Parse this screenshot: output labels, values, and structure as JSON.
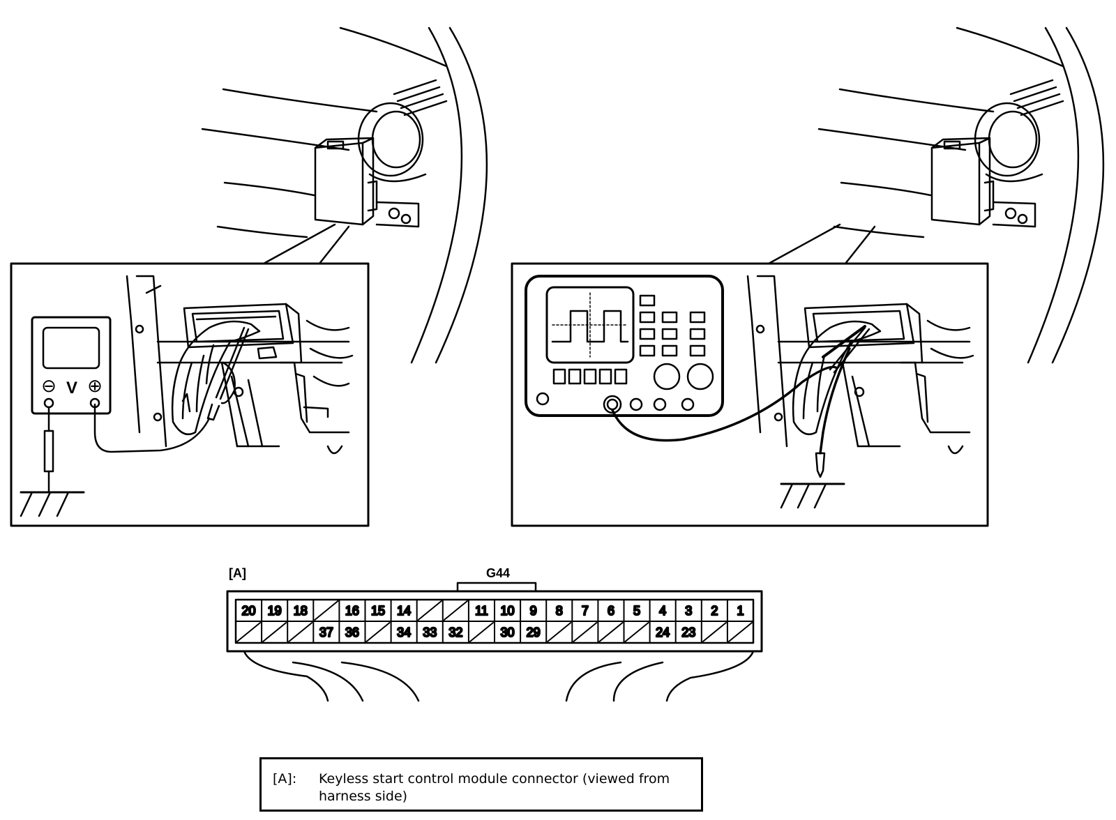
{
  "connector": {
    "tag": "[A]",
    "code": "G44",
    "top_row": [
      "20",
      "19",
      "18",
      "",
      "16",
      "15",
      "14",
      "",
      "",
      "11",
      "10",
      "9",
      "8",
      "7",
      "6",
      "5",
      "4",
      "3",
      "2",
      "1"
    ],
    "bottom_row": [
      "",
      "",
      "",
      "37",
      "36",
      "",
      "34",
      "33",
      "32",
      "",
      "30",
      "29",
      "",
      "",
      "",
      "",
      "24",
      "23",
      "",
      ""
    ]
  },
  "meter": {
    "neg_symbol": "⊖",
    "unit": "V",
    "pos_symbol": "⊕"
  },
  "legend": {
    "key": "[A]:",
    "text": "Keyless start control module connector (viewed from harness side)"
  }
}
